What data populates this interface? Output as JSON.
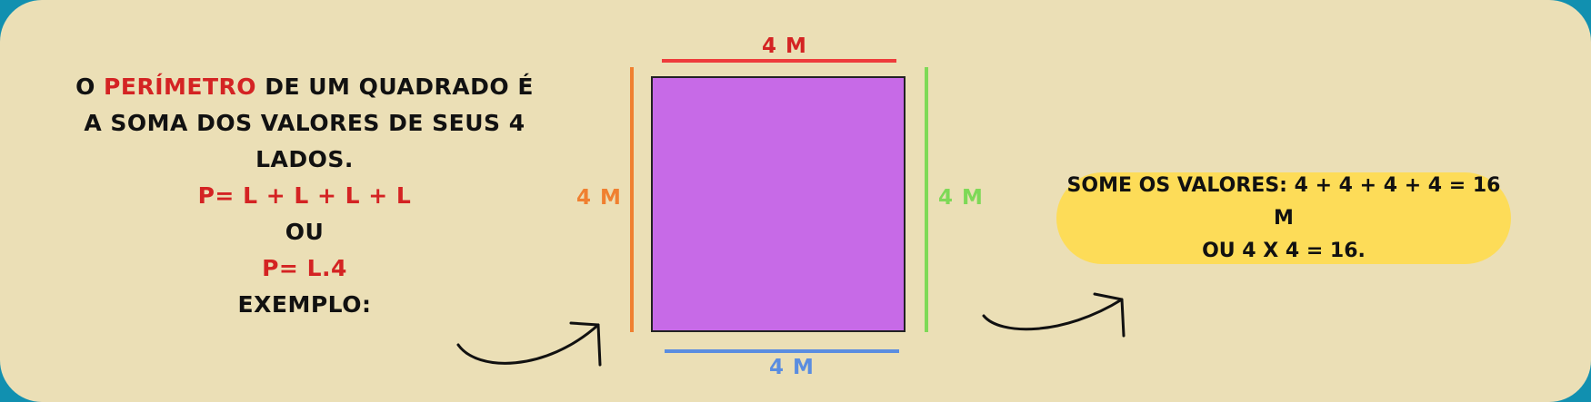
{
  "explanation": {
    "line1_pre": "O ",
    "line1_highlight": "PERÍMETRO",
    "line1_post": " DE UM QUADRADO É",
    "line2": "A SOMA DOS VALORES DE SEUS 4",
    "line3": "LADOS.",
    "formula1": "P= L + L + L + L",
    "or_label": "OU",
    "formula2": "P= L.4",
    "example_label": "EXEMPLO:"
  },
  "square": {
    "top_label": "4 M",
    "left_label": "4 M",
    "right_label": "4 M",
    "bottom_label": "4 M"
  },
  "result": {
    "line1": "SOME OS VALORES: 4 + 4 + 4 + 4 = 16 M",
    "line2": "OU 4 X 4 = 16."
  },
  "colors": {
    "background": "#ebdfb6",
    "frame": "#1190b0",
    "highlight": "#d42323",
    "square_fill": "#c76ae7",
    "top_side": "#ee3b3b",
    "left_side": "#f08030",
    "right_side": "#7ed957",
    "bottom_side": "#5a8de0",
    "result_bubble": "#fddc58"
  },
  "icons": [
    "curved-arrow-icon",
    "curved-arrow-icon"
  ]
}
